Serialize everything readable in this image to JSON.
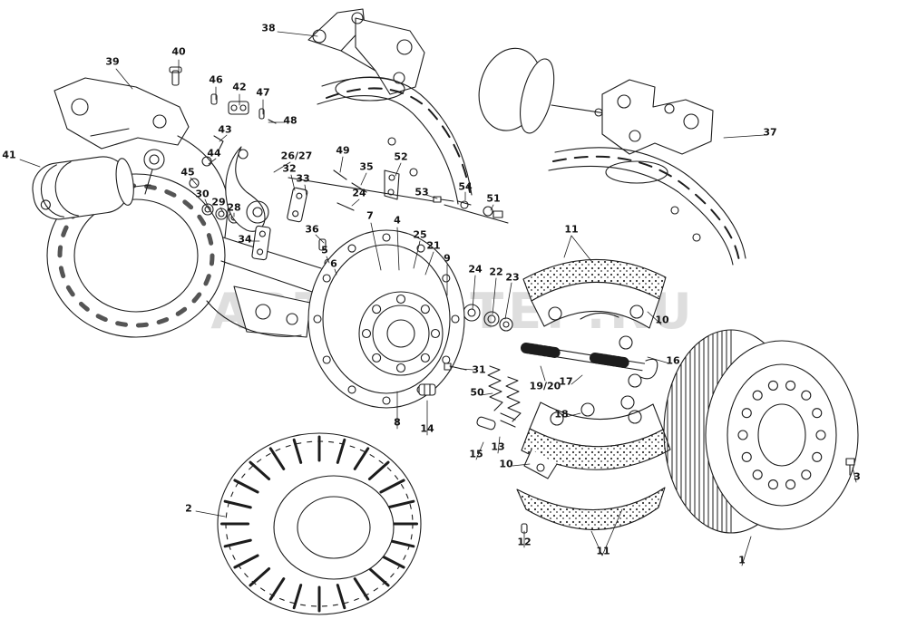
{
  "diagram": {
    "watermark": "АВТОПИТЕР.RU",
    "background_color": "#ffffff",
    "line_color": "#1c1c1c"
  },
  "callouts": [
    {
      "label": "38"
    },
    {
      "label": "40"
    },
    {
      "label": "39"
    },
    {
      "label": "46"
    },
    {
      "label": "42"
    },
    {
      "label": "47"
    },
    {
      "label": "48"
    },
    {
      "label": "43"
    },
    {
      "label": "41"
    },
    {
      "label": "44"
    },
    {
      "label": "26/27"
    },
    {
      "label": "49"
    },
    {
      "label": "45"
    },
    {
      "label": "32"
    },
    {
      "label": "33"
    },
    {
      "label": "35"
    },
    {
      "label": "52"
    },
    {
      "label": "30"
    },
    {
      "label": "29"
    },
    {
      "label": "28"
    },
    {
      "label": "24"
    },
    {
      "label": "53"
    },
    {
      "label": "54"
    },
    {
      "label": "51"
    },
    {
      "label": "34"
    },
    {
      "label": "7"
    },
    {
      "label": "4"
    },
    {
      "label": "36"
    },
    {
      "label": "25"
    },
    {
      "label": "5"
    },
    {
      "label": "21"
    },
    {
      "label": "6"
    },
    {
      "label": "9"
    },
    {
      "label": "24"
    },
    {
      "label": "22"
    },
    {
      "label": "23"
    },
    {
      "label": "11"
    },
    {
      "label": "10"
    },
    {
      "label": "16"
    },
    {
      "label": "31"
    },
    {
      "label": "50"
    },
    {
      "label": "19/20"
    },
    {
      "label": "17"
    },
    {
      "label": "18"
    },
    {
      "label": "8"
    },
    {
      "label": "14"
    },
    {
      "label": "15"
    },
    {
      "label": "13"
    },
    {
      "label": "10"
    },
    {
      "label": "3"
    },
    {
      "label": "2"
    },
    {
      "label": "12"
    },
    {
      "label": "11"
    },
    {
      "label": "1"
    },
    {
      "label": "37"
    }
  ]
}
